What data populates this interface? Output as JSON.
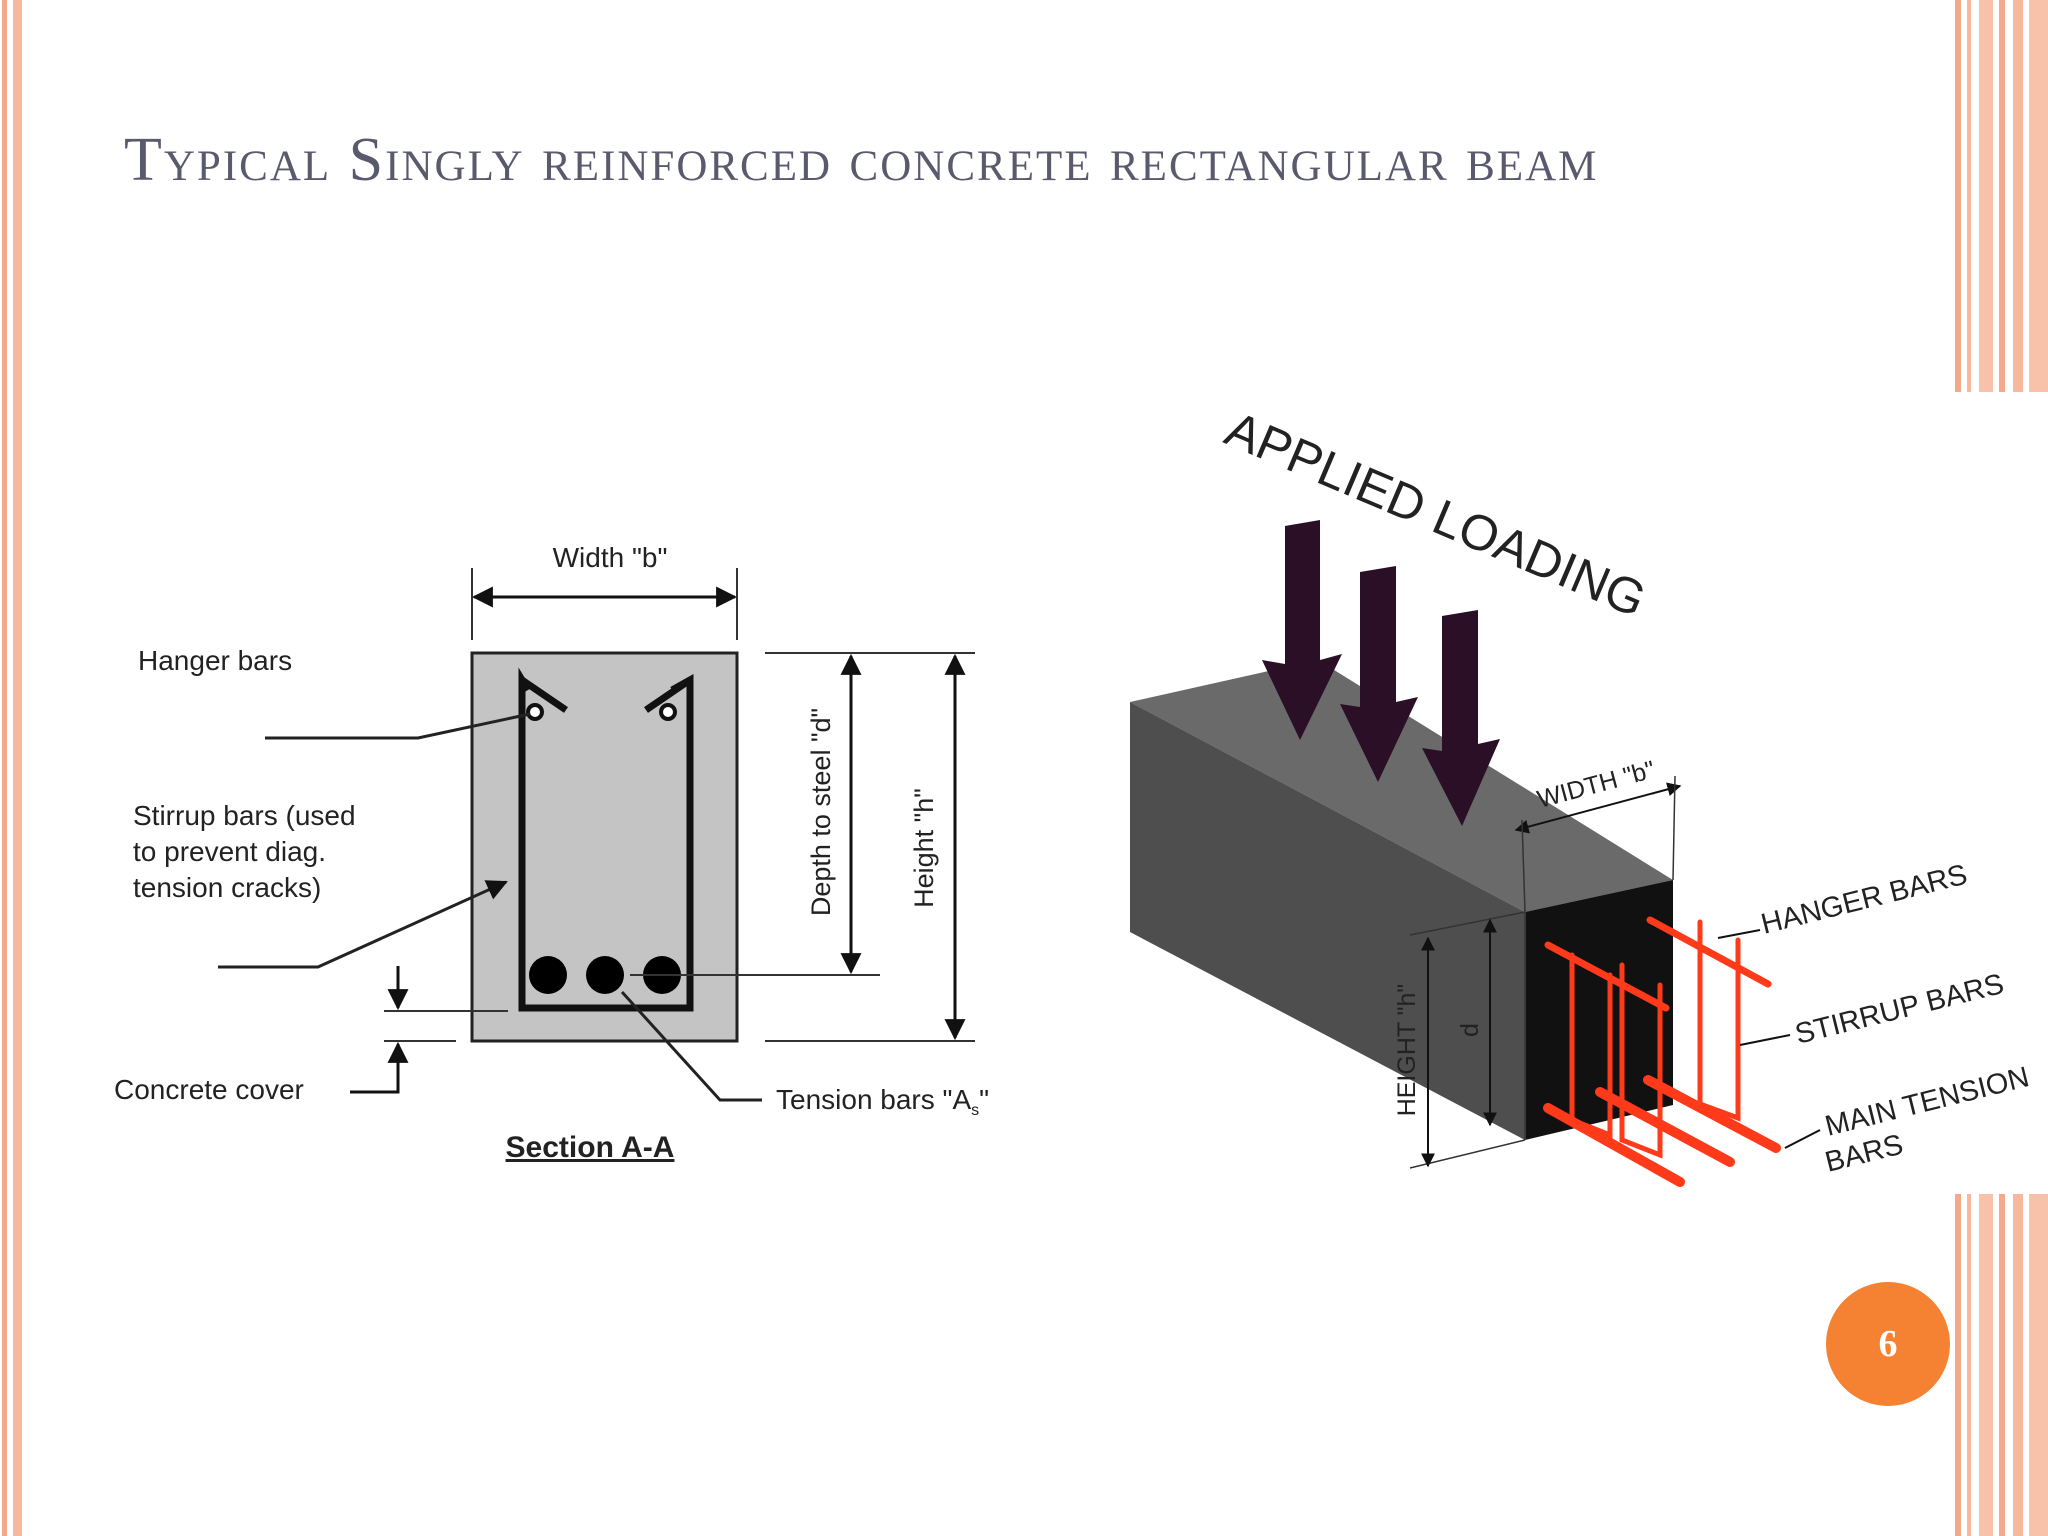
{
  "slide": {
    "title": "Typical Singly reinforced concrete rectangular beam",
    "page_number": "6"
  },
  "section_diagram": {
    "width_label": "Width \"b\"",
    "hanger_label": "Hanger bars",
    "stirrup_label_lines": [
      "Stirrup bars (used",
      "to prevent diag.",
      "tension cracks)"
    ],
    "depth_label": "Depth to steel \"d\"",
    "height_label": "Height \"h\"",
    "cover_label": "Concrete cover",
    "tension_label": "Tension bars \"A",
    "tension_label_sub": "s",
    "tension_label_end": "\"",
    "section_title": "Section A-A"
  },
  "beam_diagram": {
    "load_label": "APPLIED LOADING",
    "width_label": "WIDTH \"b\"",
    "height_label": "HEIGHT \"h\"",
    "d_label": "d",
    "hanger_label": "HANGER BARS",
    "stirrup_label": "STIRRUP BARS",
    "main_label_lines": [
      "MAIN TENSION",
      "BARS"
    ]
  },
  "colors": {
    "stripe": "#f4a98a",
    "title_text": "#5a5a6e",
    "badge": "#f58232",
    "rebar": "#ff3a1a",
    "arrow": "#2b0f26",
    "beam_front": "#111111",
    "beam_top": "#6a6a6a",
    "beam_side": "#4e4e4e",
    "section_fill": "#c4c4c4"
  }
}
